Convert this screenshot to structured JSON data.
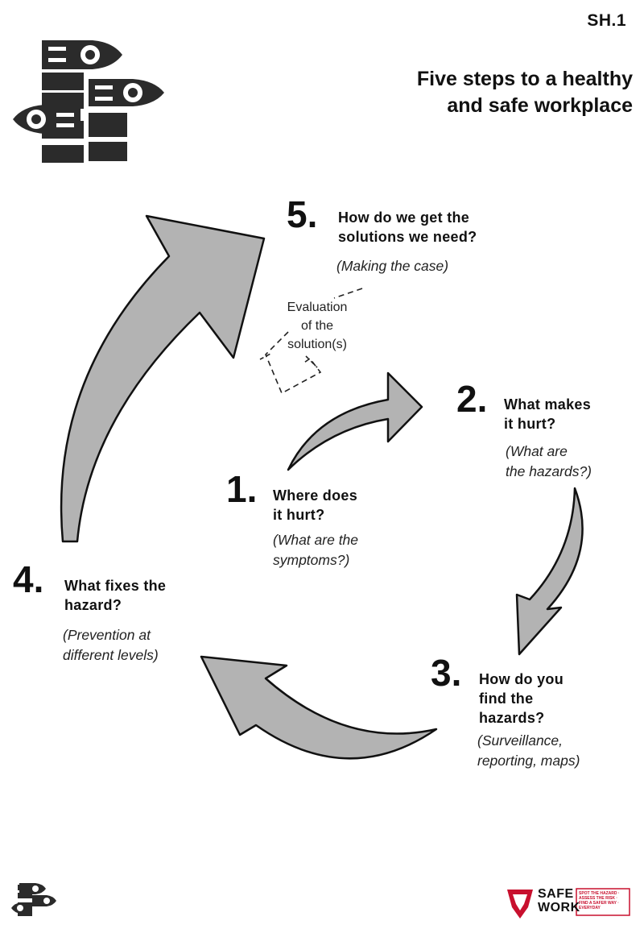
{
  "header": {
    "code": "SH.1",
    "title_line1": "Five steps to a healthy",
    "title_line2": "and safe workplace"
  },
  "steps": [
    {
      "number": "1.",
      "question_line1": "Where does",
      "question_line2": "it hurt?",
      "sub_line1": "(What are the",
      "sub_line2": "symptoms?)"
    },
    {
      "number": "2.",
      "question_line1": "What makes",
      "question_line2": "it hurt?",
      "sub_line1": "(What are",
      "sub_line2": "the hazards?)"
    },
    {
      "number": "3.",
      "question_line1": "How do you",
      "question_line2": "find the",
      "question_line3": "hazards?",
      "sub_line1": "(Surveillance,",
      "sub_line2": "reporting, maps)"
    },
    {
      "number": "4.",
      "question_line1": "What fixes the",
      "question_line2": "hazard?",
      "sub_line1": "(Prevention at",
      "sub_line2": "different levels)"
    },
    {
      "number": "5.",
      "question_line1": "How do we get the",
      "question_line2": "solutions we need?",
      "sub_line1": "(Making the case)"
    }
  ],
  "evaluation": {
    "line1": "Evaluation",
    "line2": "of the",
    "line3": "solution(s)"
  },
  "footer": {
    "brand_line1": "SAFE",
    "brand_line2": "WORK",
    "tagline": "SPOT THE HAZARD · ASSESS THE RISK · FIND A SAFER WAY · EVERYDAY"
  },
  "colors": {
    "arrow_fill": "#b3b3b3",
    "ink": "#111111",
    "brand_red": "#c8102e"
  }
}
